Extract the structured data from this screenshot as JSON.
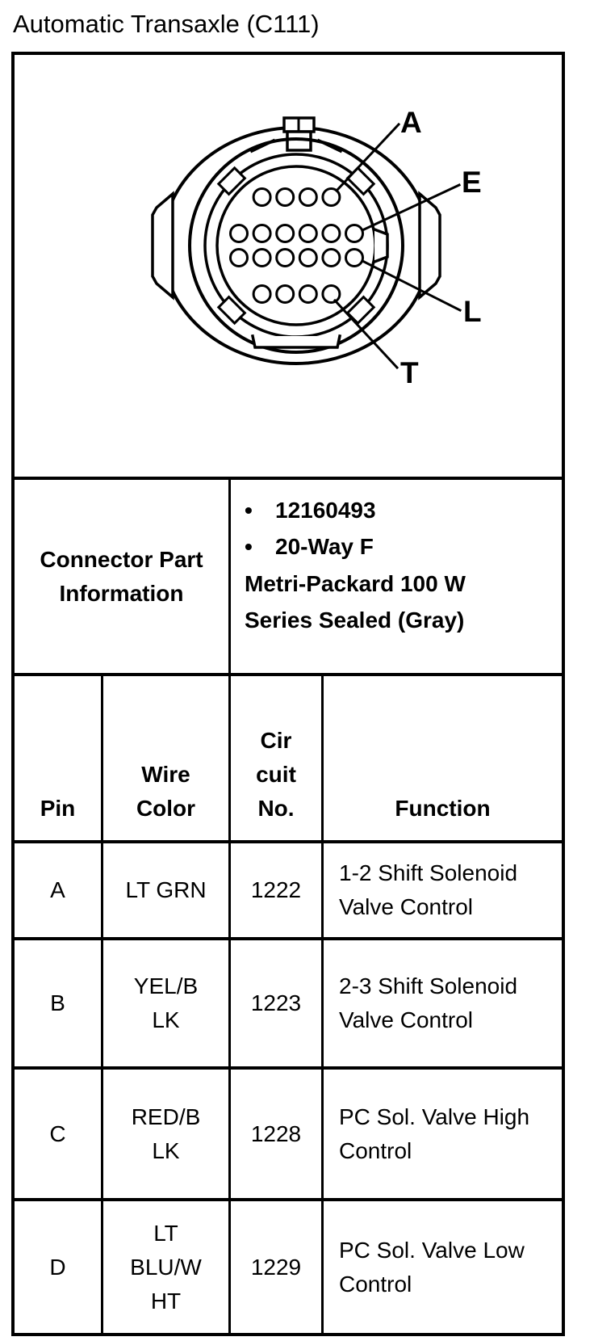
{
  "title": "Automatic Transaxle (C111)",
  "diagram": {
    "callouts": [
      {
        "label": "A"
      },
      {
        "label": "E"
      },
      {
        "label": "L"
      },
      {
        "label": "T"
      }
    ]
  },
  "part_info": {
    "heading": "Connector Part\nInformation",
    "bullet_icon": "•",
    "bullets": [
      "12160493",
      "20-Way F"
    ],
    "continuation": "Metri-Packard 100 W\nSeries Sealed (Gray)"
  },
  "pin_table": {
    "headers": {
      "pin": "Pin",
      "wire_color": "Wire\nColor",
      "circuit_no": "Cir\ncuit\nNo.",
      "function": "Function"
    },
    "rows": [
      {
        "pin": "A",
        "wire_color": "LT GRN",
        "circuit_no": "1222",
        "function": "1-2 Shift Solenoid\nValve Control"
      },
      {
        "pin": "B",
        "wire_color": "YEL/B\nLK",
        "circuit_no": "1223",
        "function": "2-3 Shift Solenoid\nValve Control"
      },
      {
        "pin": "C",
        "wire_color": "RED/B\nLK",
        "circuit_no": "1228",
        "function": "PC Sol. Valve High\nControl"
      },
      {
        "pin": "D",
        "wire_color": "LT\nBLU/W\nHT",
        "circuit_no": "1229",
        "function": "PC Sol. Valve Low\nControl"
      }
    ]
  }
}
